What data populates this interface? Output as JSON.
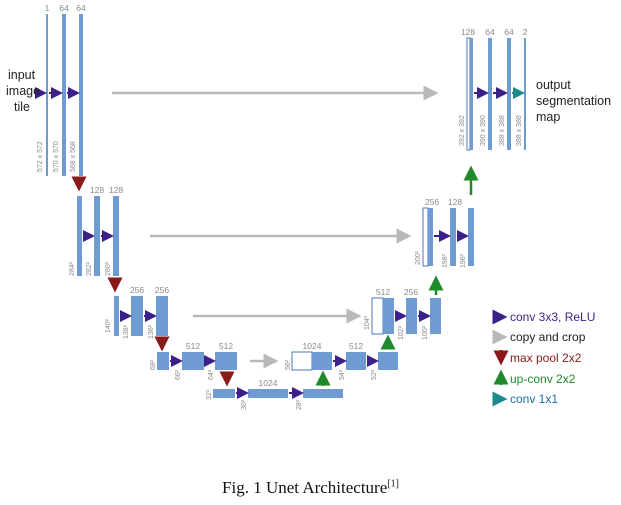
{
  "labels": {
    "input": [
      "input",
      "image",
      "tile"
    ],
    "output": [
      "output",
      "segmentation",
      "map"
    ]
  },
  "caption": {
    "text": "Fig. 1 Unet Architecture",
    "ref": "[1]"
  },
  "legend": [
    {
      "label": "conv 3x3, ReLU",
      "color": "#3d1f8a",
      "icon": "arrow-right-icon"
    },
    {
      "label": "copy and crop",
      "color": "#b9b9b9",
      "icon": "arrow-right-icon"
    },
    {
      "label": "max pool 2x2",
      "color": "#8a1a1a",
      "icon": "arrow-down-icon"
    },
    {
      "label": "up-conv 2x2",
      "color": "#1e8a2a",
      "icon": "arrow-up-icon"
    },
    {
      "label": "conv 1x1",
      "color": "#1a8a8a",
      "icon": "arrow-right-icon"
    }
  ],
  "colors": {
    "block": "#6e9bd1",
    "block_edge": "#4a78b5",
    "conv": "#3d1f8a",
    "copy": "#b9b9b9",
    "pool": "#8a1a1a",
    "upconv": "#1e8a2a",
    "conv1x1": "#1a8a8a"
  },
  "enc1": {
    "ch": [
      "1",
      "64",
      "64"
    ],
    "dims": [
      "572 x 572",
      "570 x 570",
      "568 x 568"
    ]
  },
  "enc2": {
    "ch": [
      "128",
      "128"
    ],
    "dims": [
      "284²",
      "282²",
      "280²"
    ]
  },
  "enc3": {
    "ch": [
      "256",
      "256"
    ],
    "dims": [
      "140²",
      "138²",
      "136²"
    ]
  },
  "enc4": {
    "ch": [
      "512",
      "512"
    ],
    "dims": [
      "68²",
      "66²",
      "64²"
    ]
  },
  "bottom": {
    "ch": [
      "1024"
    ],
    "dims": [
      "32²",
      "30²",
      "28²"
    ]
  },
  "dec4": {
    "ch": [
      "1024",
      "512"
    ],
    "dims": [
      "56²",
      "54²",
      "52²"
    ]
  },
  "dec3": {
    "ch": [
      "512",
      "256"
    ],
    "dims": [
      "104²",
      "102²",
      "100²"
    ]
  },
  "dec2": {
    "ch": [
      "256",
      "128"
    ],
    "dims": [
      "200²",
      "198²",
      "196²"
    ]
  },
  "dec1": {
    "ch": [
      "128",
      "64",
      "64",
      "2"
    ],
    "dims": [
      "392 x 392",
      "390 x 390",
      "388 x 388",
      "388 x 388"
    ]
  }
}
